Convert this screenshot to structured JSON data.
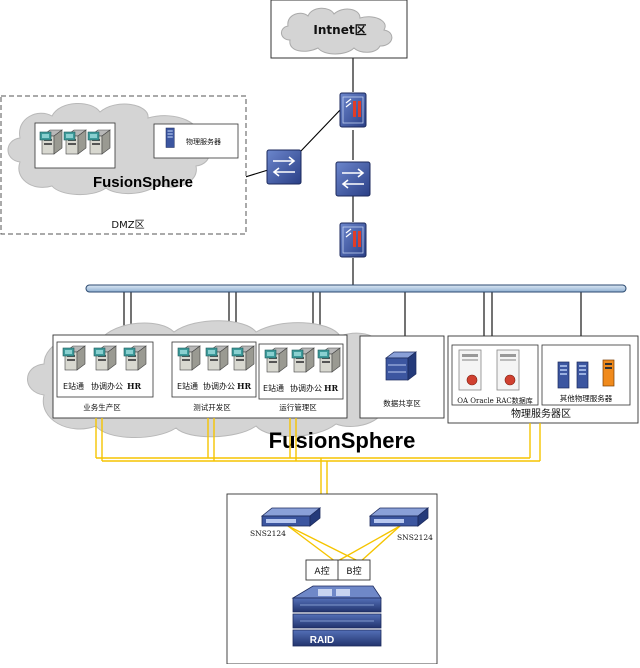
{
  "internet": {
    "label": "Intnet区"
  },
  "dmz": {
    "cluster_label": "FusionSphere",
    "physical_server_label": "物理服务器",
    "zone_label": "DMZ区"
  },
  "clusters": {
    "business": {
      "apps": [
        "E站通",
        "协调办公",
        "HR"
      ],
      "zone_label": "业务生产区"
    },
    "testdev": {
      "apps": [
        "E站通",
        "协调办公",
        "HR"
      ],
      "zone_label": "测试开发区"
    },
    "operations": {
      "apps": [
        "E站通",
        "协调办公",
        "HR"
      ],
      "zone_label": "运行管理区"
    },
    "fusion_label": "FusionSphere"
  },
  "data_share": {
    "label": "数据共享区"
  },
  "physical_zone": {
    "oa_label": "OA Oracle RAC数据库",
    "other_label": "其他物理服务器",
    "zone_label": "物理服务器区"
  },
  "storage": {
    "switch_left": "SNS2124",
    "switch_right": "SNS2124",
    "ctrl_a": "A控",
    "ctrl_b": "B控",
    "raid": "RAID"
  },
  "colors": {
    "line_yellow": "#f5c400",
    "bus_fill": "#b8d0e6",
    "device_blue": "#3c56a0",
    "cloud": "#d4d4d4",
    "firewall_red": "#e03c28"
  }
}
